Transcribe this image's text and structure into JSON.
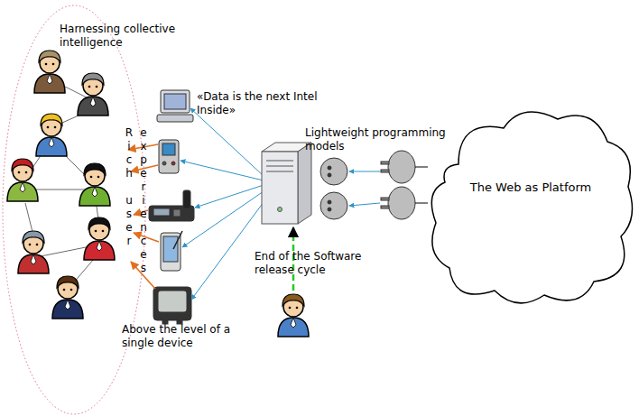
{
  "diagram": {
    "nodes": [
      {
        "text": [
          "Harnessing collective intelligence"
        ]
      },
      {
        "text": [
          "The Web as Platform"
        ]
      }
    ],
    "labels": [
      "«Data is the next Intel Inside»",
      "Rich user experiences",
      "Lightweight programming models",
      "End of the Software release cycle",
      "Above the level of a single device"
    ]
  }
}
